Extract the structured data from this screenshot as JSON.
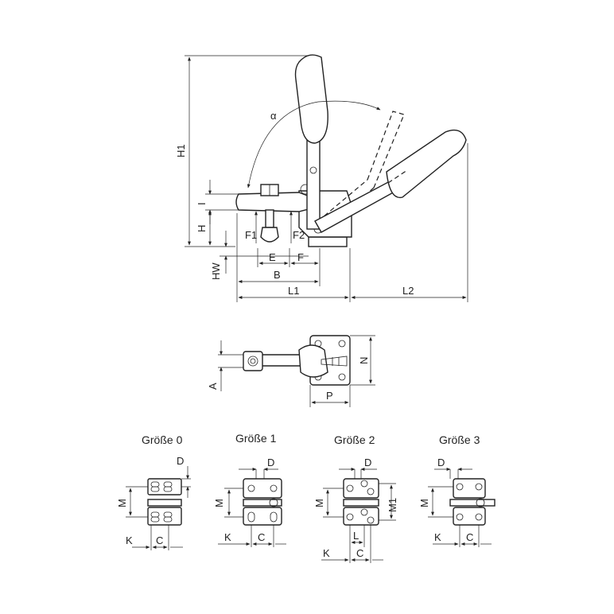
{
  "side_view": {
    "labels": {
      "h1": "H1",
      "alpha": "α",
      "i": "I",
      "h": "H",
      "f1": "F1",
      "f2": "F2",
      "hw": "HW",
      "e": "E",
      "f": "F",
      "b": "B",
      "l1": "L1",
      "l2": "L2"
    }
  },
  "top_view": {
    "labels": {
      "a": "A",
      "n": "N",
      "p": "P"
    }
  },
  "sizes": [
    {
      "title": "Größe 0",
      "d": "D",
      "m": "M",
      "k": "K",
      "c": "C"
    },
    {
      "title": "Größe 1",
      "d": "D",
      "m": "M",
      "k": "K",
      "c": "C"
    },
    {
      "title": "Größe 2",
      "d": "D",
      "m": "M",
      "m1": "M1",
      "l": "L",
      "k": "K",
      "c": "C"
    },
    {
      "title": "Größe 3",
      "d": "D",
      "m": "M",
      "k": "K",
      "c": "C"
    }
  ]
}
